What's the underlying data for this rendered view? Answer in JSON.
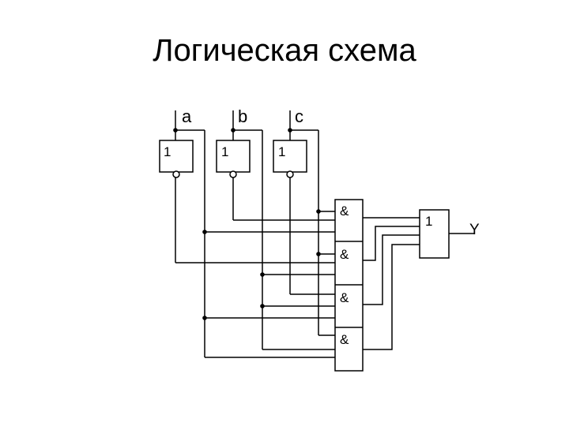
{
  "title": "Логическая схема",
  "inputs": {
    "a": "a",
    "b": "b",
    "c": "c"
  },
  "not_gate_symbol": "1",
  "and_gate_symbol": "&",
  "or_gate_symbol": "1",
  "output_label": "Y",
  "colors": {
    "line": "#000000",
    "background": "#ffffff"
  }
}
